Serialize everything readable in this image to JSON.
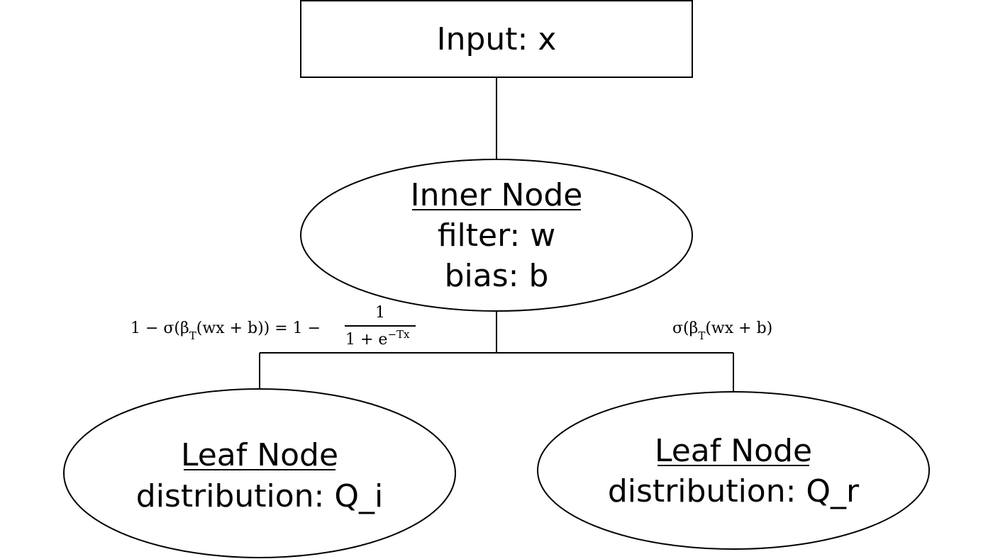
{
  "input_node": {
    "label": "Input: x"
  },
  "inner_node": {
    "title": "Inner Node",
    "line1": "filter: w",
    "line2": "bias: b"
  },
  "left_leaf": {
    "title": "Leaf Node",
    "line1": "distribution: Q_i"
  },
  "right_leaf": {
    "title": "Leaf Node",
    "line1": "distribution: Q_r"
  },
  "left_edge_label": {
    "lhs": "1 − σ(β",
    "lhs_sub": "T",
    "lhs_rest": "(wx + b)) = 1 −",
    "frac_num": "1",
    "frac_den": "1 + e",
    "frac_den_sup": "−Tx"
  },
  "right_edge_label": {
    "text": "σ(β",
    "sub": "T",
    "rest": "(wx + b)"
  }
}
